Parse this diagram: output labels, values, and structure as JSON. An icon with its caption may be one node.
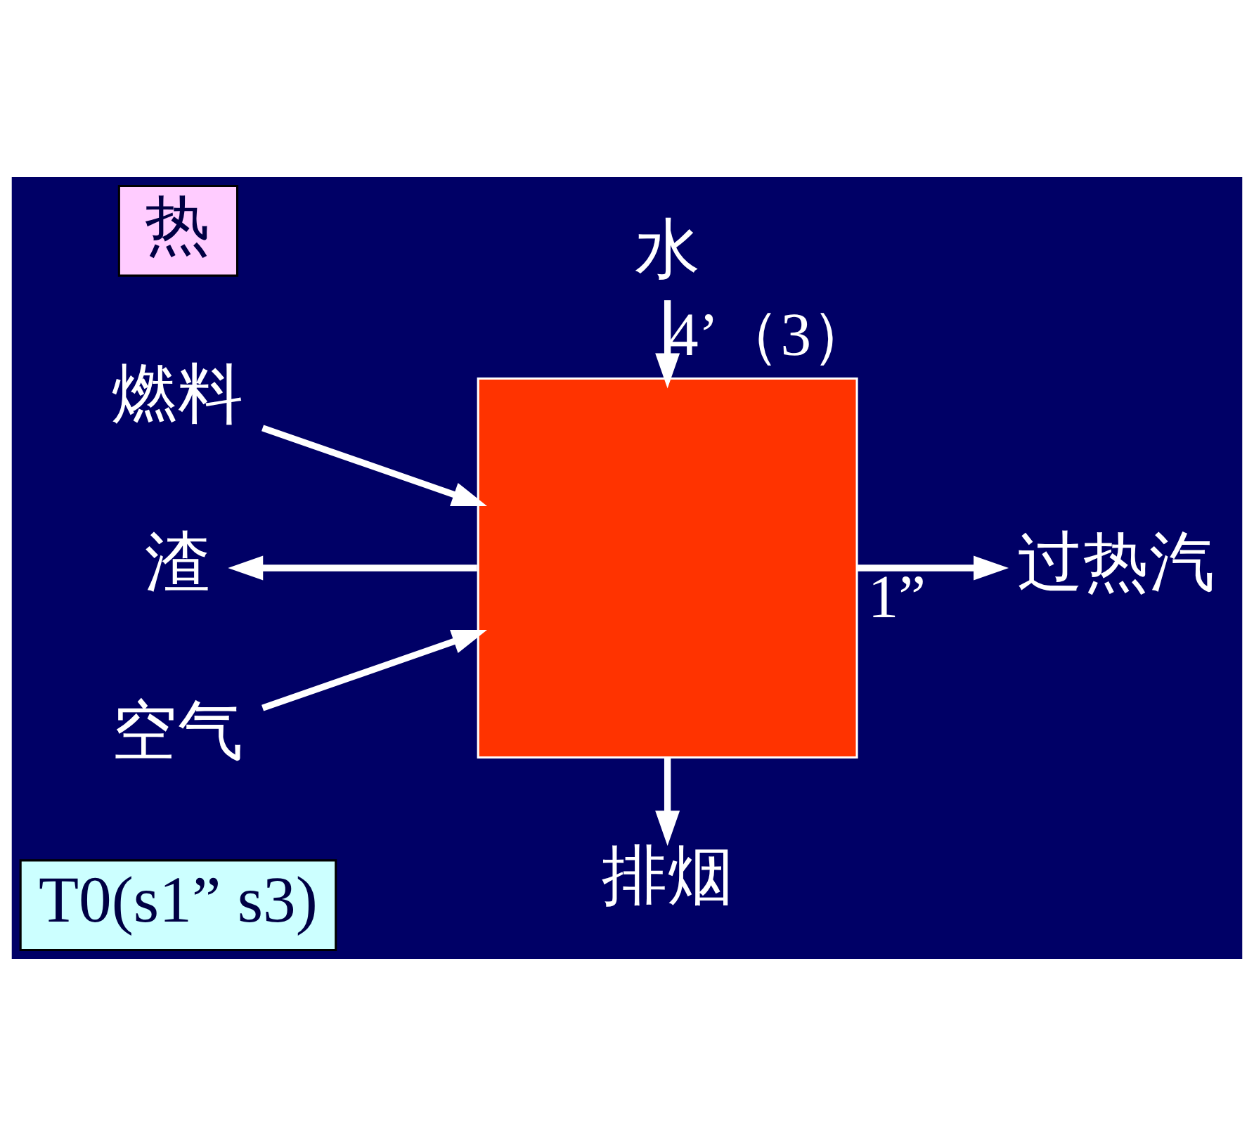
{
  "diagram": {
    "nodes": [
      {
        "text": [
          "T0(s1” s3)"
        ]
      },
      {
        "text": [
          "排烟"
        ]
      },
      {
        "text": [
          "燃料"
        ]
      },
      {
        "text": [],
        "shape": "box"
      },
      {
        "text": [
          "空气"
        ]
      },
      {
        "text": [
          "过热汽"
        ]
      },
      {
        "text": [
          "渣"
        ]
      },
      {
        "text": [
          "热"
        ]
      },
      {
        "text": [
          "水"
        ]
      }
    ],
    "edges": [
      {
        "from": 2,
        "to": 3,
        "arrow": "to"
      },
      {
        "from": 4,
        "to": 3,
        "arrow": "to"
      },
      {
        "from": 3,
        "to": 6,
        "arrow": "to"
      },
      {
        "from": 3,
        "to": 1,
        "arrow": "to"
      },
      {
        "from": 3,
        "to": 5,
        "arrow": "to",
        "label": "1”"
      },
      {
        "from": 8,
        "to": 3,
        "arrow": "to",
        "label": "4’（3）"
      }
    ]
  }
}
